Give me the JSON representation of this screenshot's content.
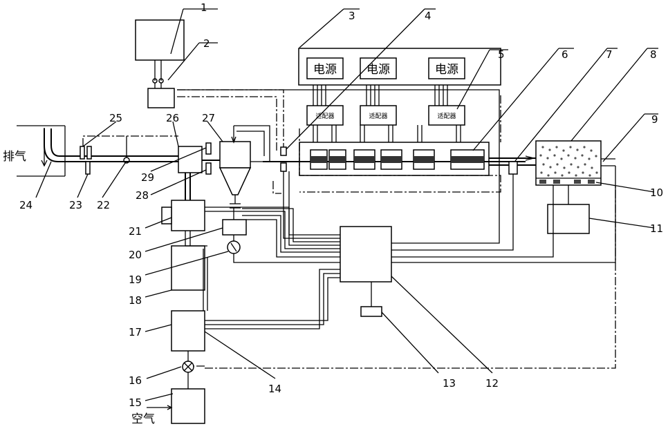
{
  "components": {
    "n1": "1",
    "n2": "2",
    "n3": "3",
    "n4": "4",
    "n5": "5",
    "n6": "6",
    "n7": "7",
    "n8": "8",
    "n9": "9",
    "n10": "10",
    "n11": "11",
    "n12": "12",
    "n13": "13",
    "n14": "14",
    "n15": "15",
    "n16": "16",
    "n17": "17",
    "n18": "18",
    "n19": "19",
    "n20": "20",
    "n21": "21",
    "n22": "22",
    "n23": "23",
    "n24": "24",
    "n25": "25",
    "n26": "26",
    "n27": "27",
    "n28": "28",
    "n29": "29"
  },
  "power_supplies": [
    "电源",
    "电源",
    "电源"
  ],
  "adapters": [
    "适配器",
    "适配器",
    "适配器"
  ],
  "exhaust_label": "排气",
  "air_label": "空气"
}
